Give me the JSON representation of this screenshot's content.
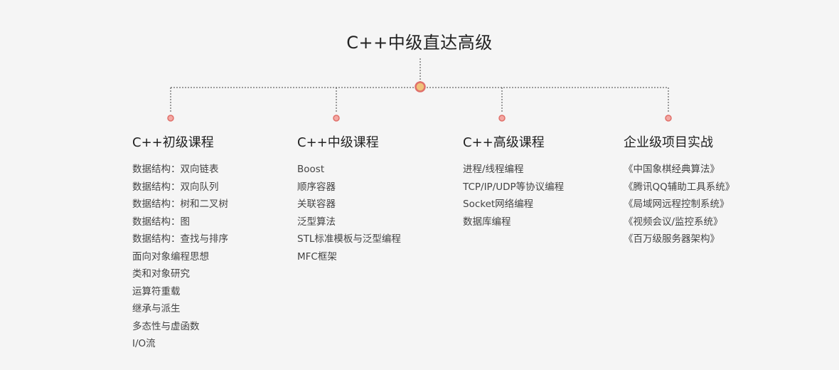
{
  "colors": {
    "background": "#f5f5f5",
    "node_fill": "#f4a8a3",
    "node_stroke": "#e0706a",
    "hub_fill": "#f0c27a",
    "connector": "#444444"
  },
  "title": "C++中级直达高级",
  "columns": [
    {
      "title": "C++初级课程",
      "items": [
        "数据结构：双向链表",
        "数据结构：双向队列",
        "数据结构：树和二叉树",
        "数据结构：图",
        "数据结构：查找与排序",
        "面向对象编程思想",
        "类和对象研究",
        "运算符重载",
        "继承与派生",
        "多态性与虚函数",
        "I/O流"
      ]
    },
    {
      "title": "C++中级课程",
      "items": [
        "Boost",
        "顺序容器",
        "关联容器",
        "泛型算法",
        "STL标准模板与泛型编程",
        "MFC框架"
      ]
    },
    {
      "title": "C++高级课程",
      "items": [
        "进程/线程编程",
        "TCP/IP/UDP等协议编程",
        "Socket网络编程",
        "数据库编程"
      ]
    },
    {
      "title": "企业级项目实战",
      "items": [
        "《中国象棋经典算法》",
        "《腾讯QQ辅助工具系统》",
        "《局域网远程控制系统》",
        "《视频会议/监控系统》",
        "《百万级服务器架构》"
      ]
    }
  ]
}
